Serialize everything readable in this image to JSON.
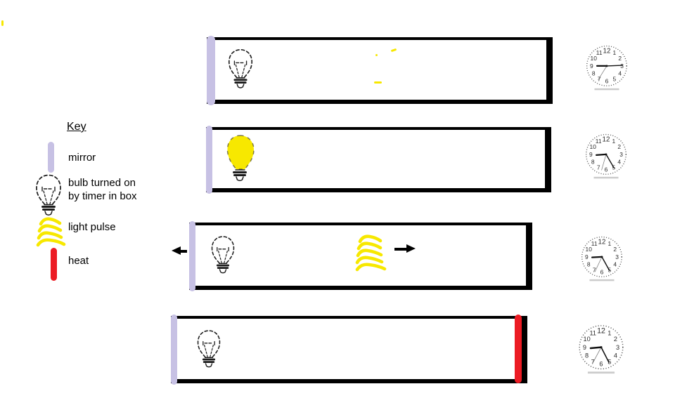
{
  "colors": {
    "mirror": "#c7c1e4",
    "light": "#f7e800",
    "heat": "#ec1c24",
    "ink": "#000000"
  },
  "key": {
    "title": "Key",
    "mirror_label": "mirror",
    "bulb_label_line1": "bulb turned on",
    "bulb_label_line2": "by timer in box",
    "light_pulse_label": "light pulse",
    "heat_label": "heat"
  },
  "clock_numerals": [
    "12",
    "1",
    "2",
    "3",
    "4",
    "5",
    "6",
    "7",
    "8",
    "9",
    "10",
    "11"
  ],
  "stages": [
    {
      "name": "stage-1",
      "mirror": true,
      "bulb": "off",
      "light_pulse": false,
      "heat": false,
      "arrows": [],
      "clock": {
        "hour_angle": 270,
        "minute_angle": 88,
        "second_angle": 212
      }
    },
    {
      "name": "stage-2",
      "mirror": true,
      "bulb": "on",
      "light_pulse": false,
      "heat": false,
      "arrows": [],
      "clock": {
        "hour_angle": 266,
        "minute_angle": 150,
        "second_angle": 196
      }
    },
    {
      "name": "stage-3",
      "mirror": true,
      "bulb": "off",
      "light_pulse": true,
      "heat": false,
      "arrows": [
        "left",
        "right"
      ],
      "clock": {
        "hour_angle": 267,
        "minute_angle": 151,
        "second_angle": 205
      }
    },
    {
      "name": "stage-4",
      "mirror": true,
      "bulb": "off",
      "light_pulse": false,
      "heat": true,
      "arrows": [],
      "clock": {
        "hour_angle": 265,
        "minute_angle": 153,
        "second_angle": 208
      }
    }
  ]
}
